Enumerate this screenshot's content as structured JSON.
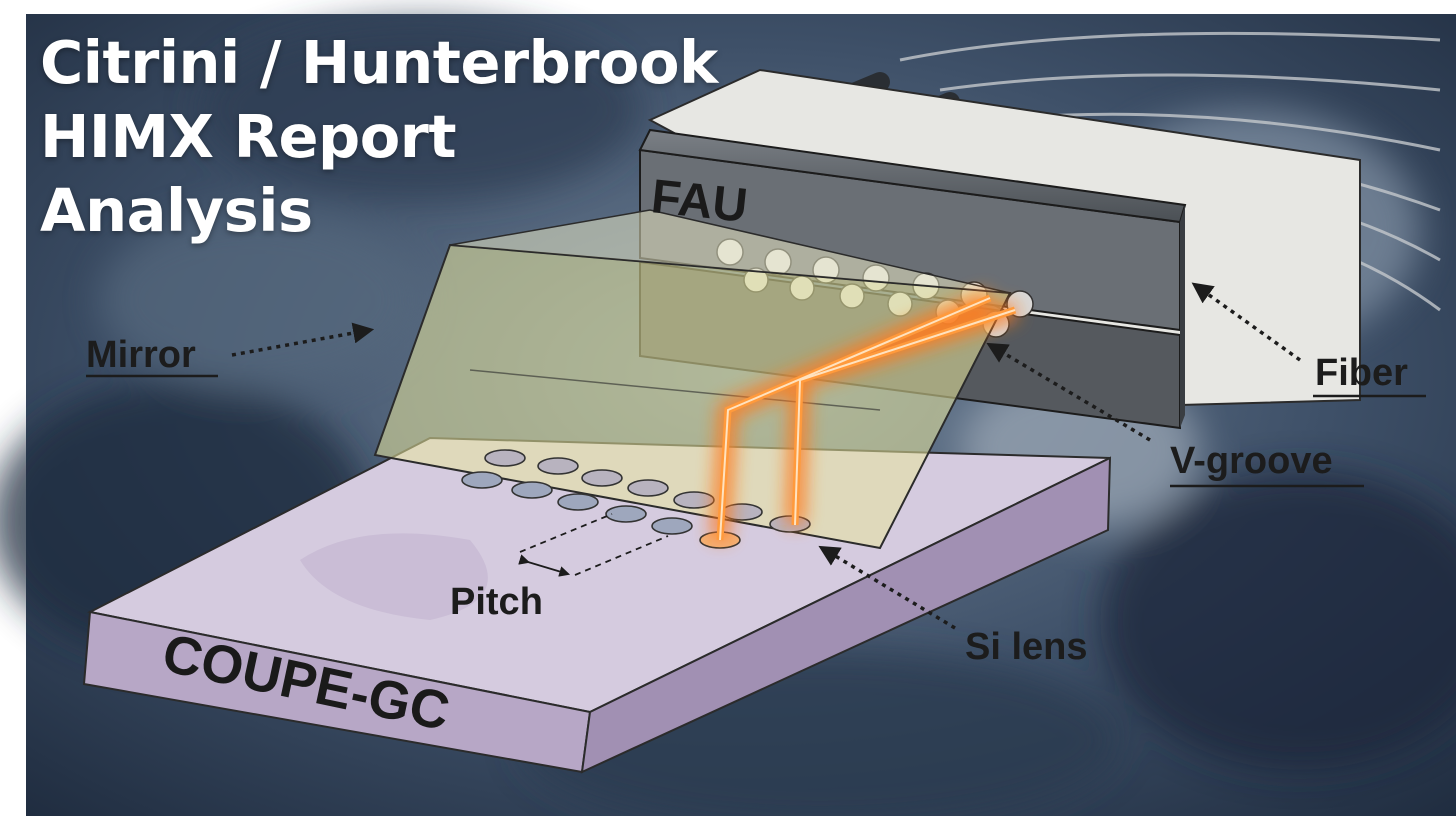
{
  "title": {
    "line1": "Citrini / Hunterbrook",
    "line2": "HIMX Report",
    "line3": "Analysis"
  },
  "labels": {
    "fau": "FAU",
    "mirror": "Mirror",
    "fiber": "Fiber",
    "v_groove": "V-groove",
    "pitch": "Pitch",
    "si_lens": "Si lens",
    "coupe_gc": "COUPE-GC"
  },
  "colors": {
    "background_wash": "#2c3e56",
    "substrate_top": "#d6cde0",
    "substrate_side": "#b9a9c7",
    "mirror_glass": "#e6e7a8",
    "fau_block": "#5d6166",
    "light_path": "#ff8a2a",
    "text_white": "#ffffff",
    "text_dark": "#1c1c1c"
  }
}
